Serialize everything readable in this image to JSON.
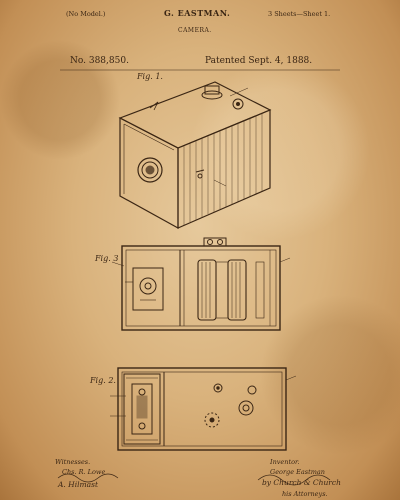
{
  "header": {
    "model_note": "(No Model.)",
    "inventor_name": "G. EASTMAN.",
    "sheets": "3 Sheets—Sheet 1.",
    "title": "CAMERA.",
    "patent_number": "No. 388,850.",
    "patent_date": "Patented Sept. 4, 1888."
  },
  "figures": {
    "fig1": "Fig. 1.",
    "fig2": "Fig. 2.",
    "fig3": "Fig. 3"
  },
  "signatures": {
    "witnesses_label": "Witnesses.",
    "witness1": "Chs. R. Lowe",
    "witness2": "A. Hilmast",
    "inventor_label": "Inventor.",
    "inventor_sig": "George Eastman",
    "attorney_sig": "by Church & Church",
    "attorney_label": "his Attorneys."
  },
  "colors": {
    "ink": "#3b2614",
    "paper": "#d9b27c"
  }
}
